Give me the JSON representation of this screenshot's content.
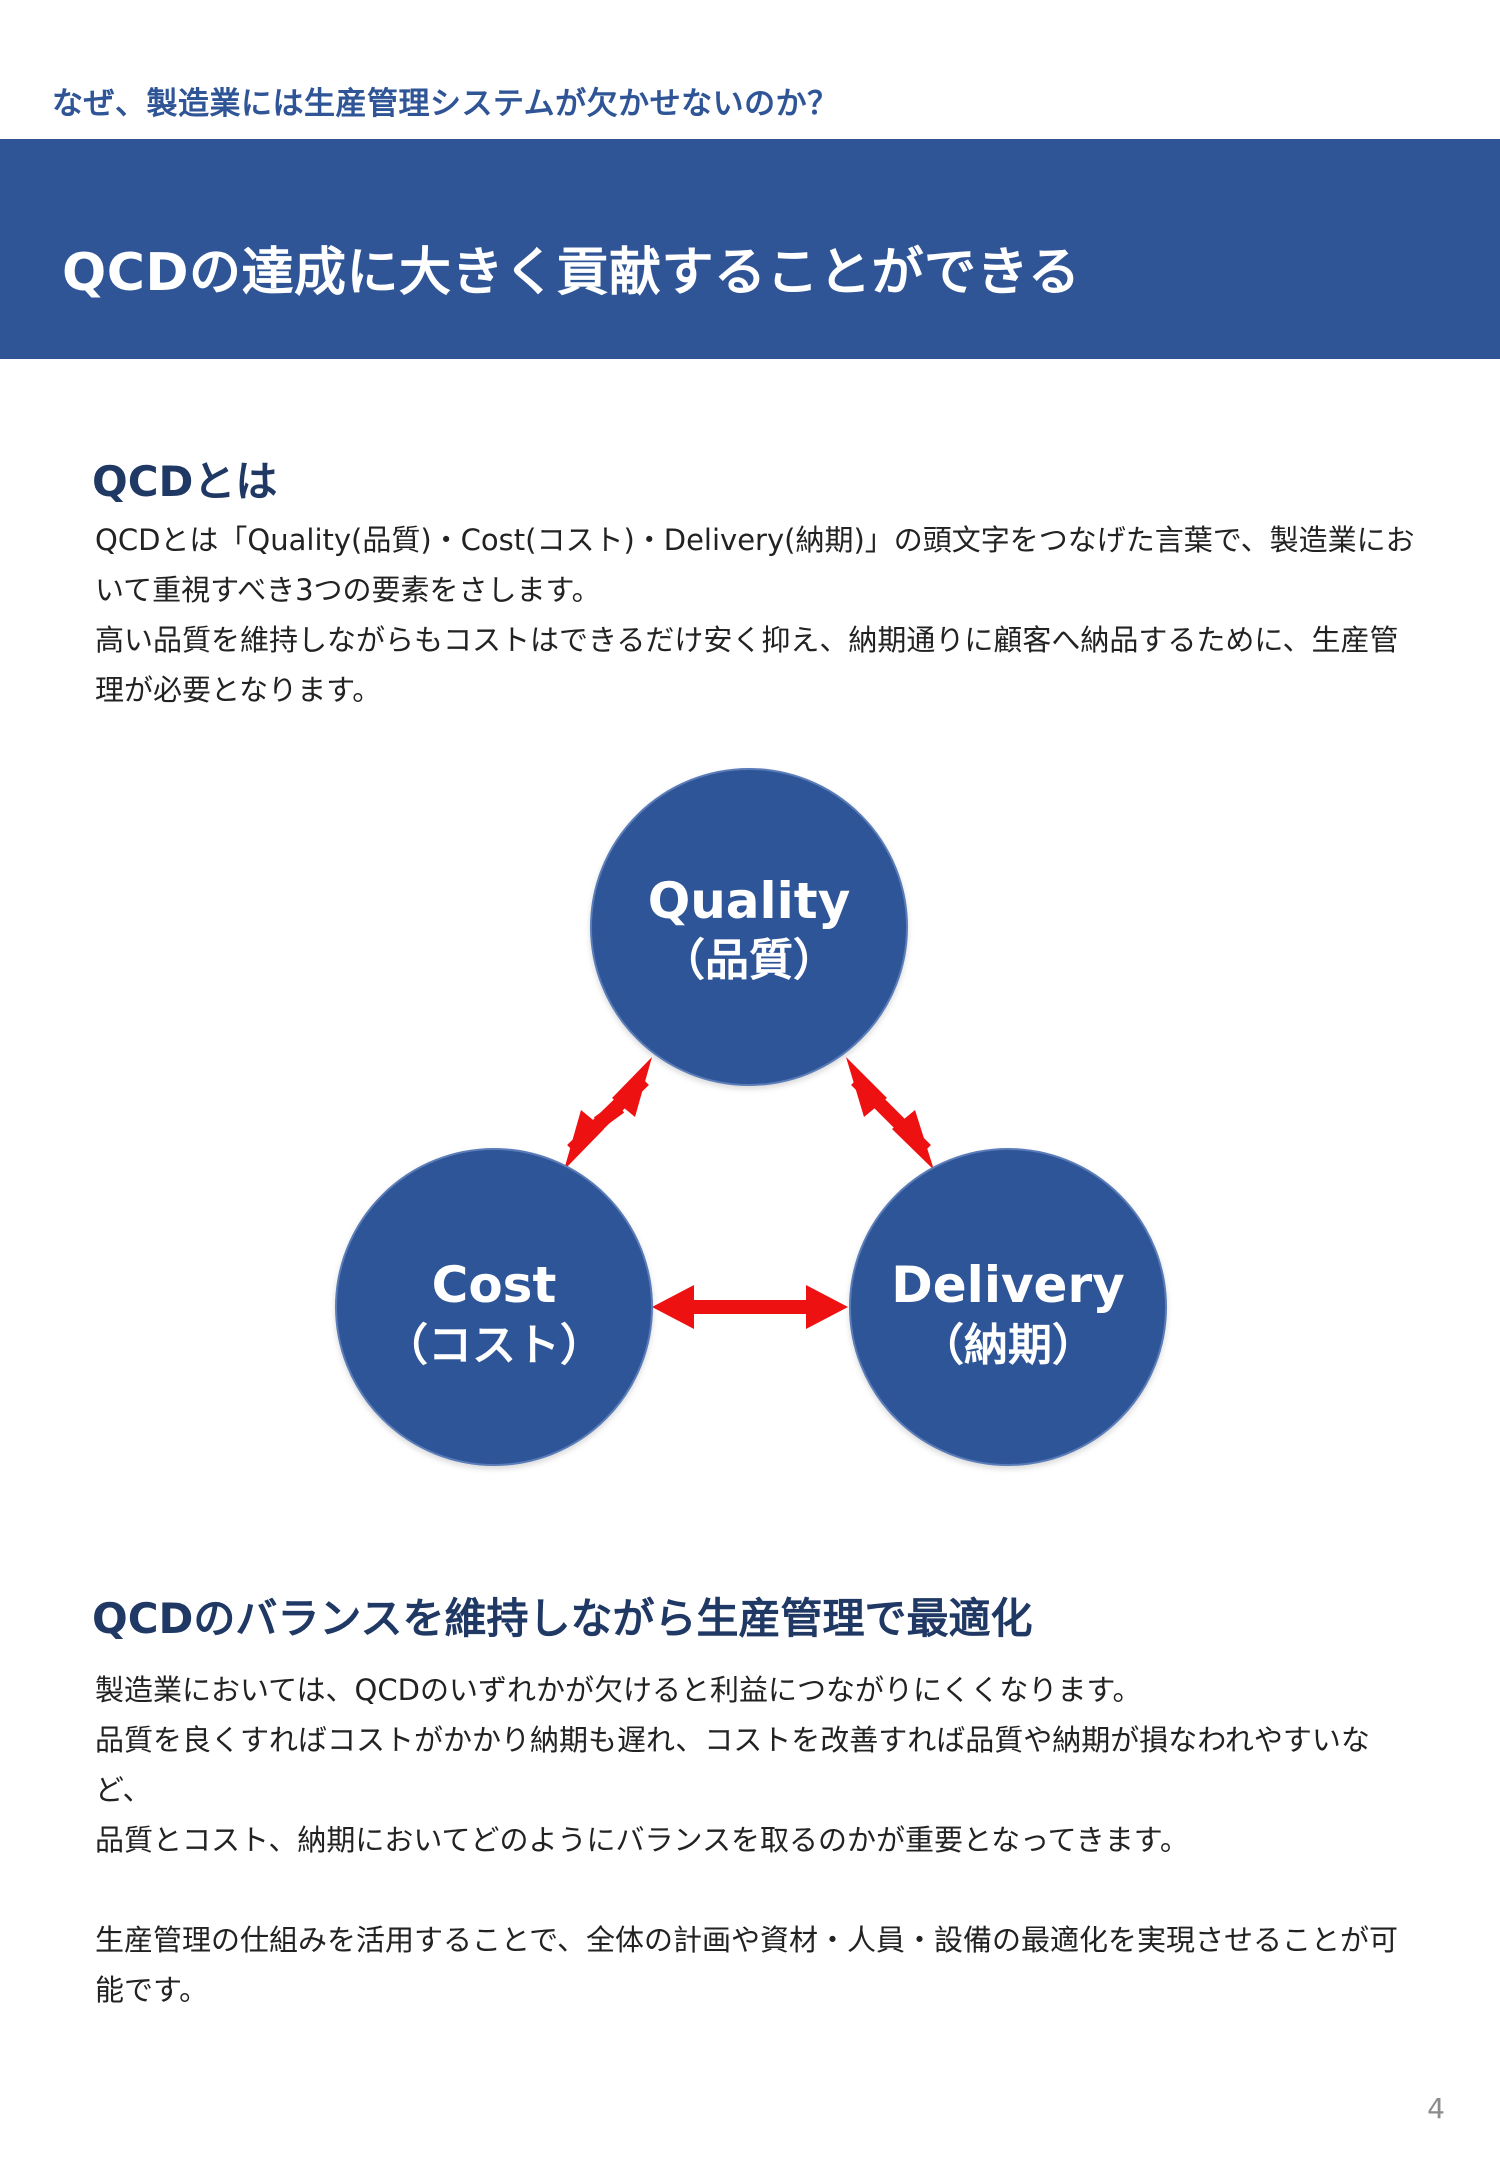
{
  "header": {
    "top_label": "なぜ、製造業には生産管理システムが欠かせないのか？",
    "band_title": "QCDの達成に大きく貢献することができる"
  },
  "section1": {
    "heading": "QCDとは",
    "paragraphs": [
      "QCDとは「Quality(品質)・Cost(コスト)・Delivery(納期)」の頭文字をつなげた言葉で、製造業において重視すべき3つの要素をさします。",
      "高い品質を維持しながらもコストはできるだけ安く抑え、納期通りに顧客へ納品するために、生産管理が必要となります。"
    ]
  },
  "diagram": {
    "circle_color": "#2f5597",
    "arrow_color": "#ee1111",
    "nodes": {
      "quality": {
        "title": "Quality",
        "subtitle": "（品質）"
      },
      "cost": {
        "title": "Cost",
        "subtitle": "（コスト）"
      },
      "delivery": {
        "title": "Delivery",
        "subtitle": "（納期）"
      }
    }
  },
  "section2": {
    "heading": "QCDのバランスを維持しながら生産管理で最適化",
    "paragraphs": [
      "製造業においては、QCDのいずれかが欠けると利益につながりにくくなります。",
      "品質を良くすればコストがかかり納期も遅れ、コストを改善すれば品質や納期が損なわれやすいなど、",
      "品質とコスト、納期においてどのようにバランスを取るのかが重要となってきます。",
      "生産管理の仕組みを活用することで、全体の計画や資材・人員・設備の最適化を実現させることが可能です。"
    ]
  },
  "footer": {
    "page_number": "4"
  }
}
